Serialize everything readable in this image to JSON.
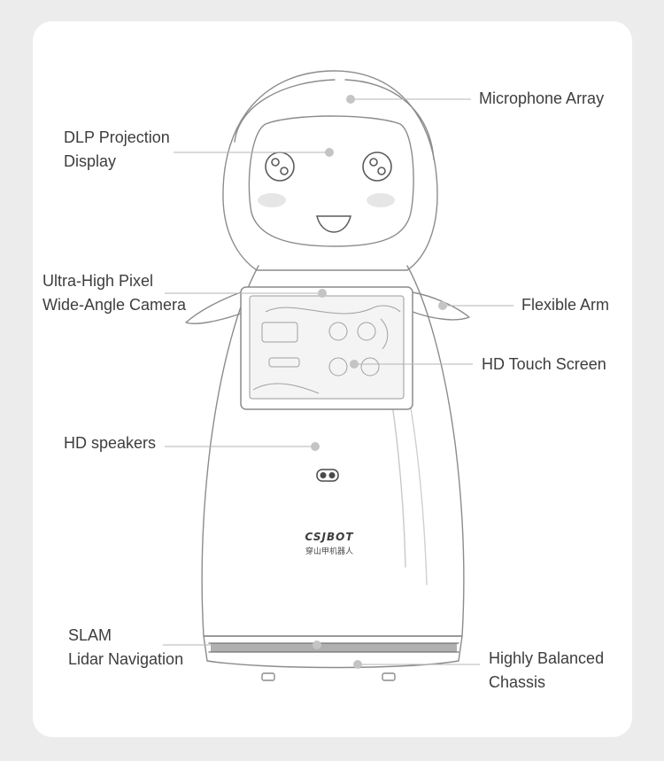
{
  "labels": {
    "microphone_array": "Microphone Array",
    "dlp_projection": "DLP Projection\n Display",
    "camera": "Ultra-High Pixel\nWide-Angle Camera",
    "flexible_arm": "Flexible Arm",
    "touch_screen": "HD Touch Screen",
    "speakers": "HD speakers",
    "slam": "SLAM\nLidar Navigation",
    "chassis": "Highly Balanced\nChassis"
  },
  "robot": {
    "brand": "CSJBOT",
    "brand_sub": "穿山甲机器人"
  },
  "colors": {
    "background": "#ececec",
    "card": "#ffffff",
    "text": "#3d3d3d",
    "leader_line": "#b5b5b5",
    "dot": "#c4c4c4",
    "sketch": "#8c8c8c"
  }
}
